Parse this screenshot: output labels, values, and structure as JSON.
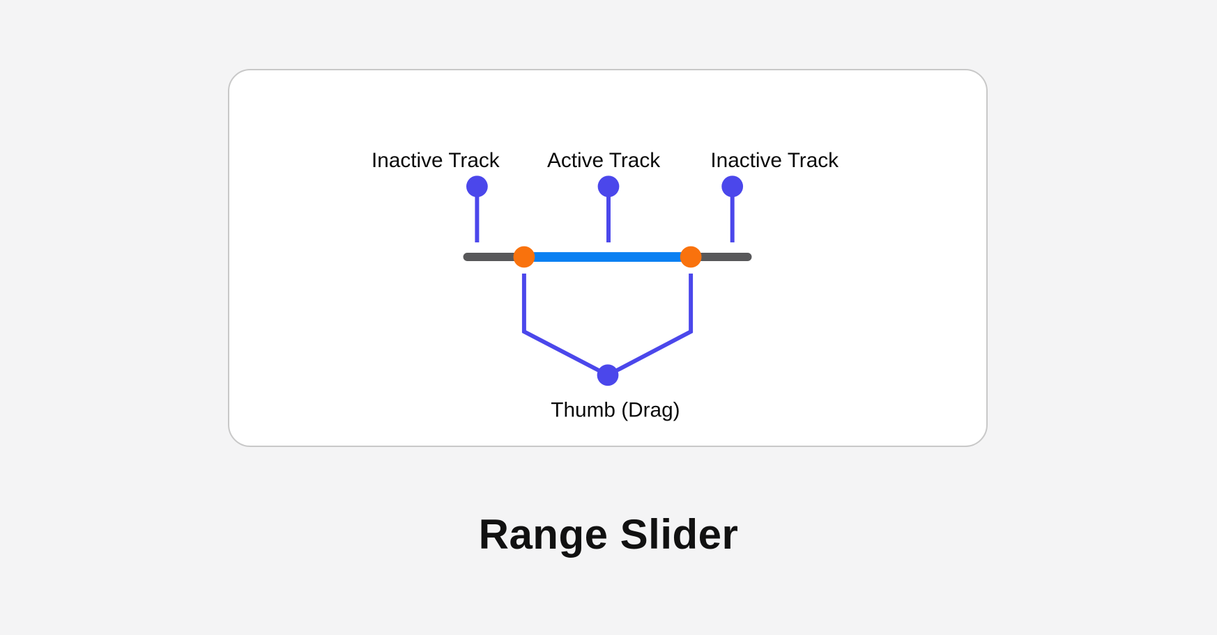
{
  "page": {
    "background": "#F4F4F5"
  },
  "card": {
    "background": "#FFFFFF",
    "border_color": "#C8C8C8"
  },
  "diagram": {
    "labels": {
      "inactive_track_left": "Inactive Track",
      "active_track": "Active Track",
      "inactive_track_right": "Inactive Track",
      "thumb": "Thumb (Drag)"
    },
    "colors": {
      "annotation": "#4B47EB",
      "active_track": "#0B80F2",
      "inactive_track": "#58585A",
      "thumb": "#F9720D",
      "label_text": "#0A0A0A"
    }
  },
  "title": {
    "text": "Range Slider",
    "color": "#111111"
  }
}
